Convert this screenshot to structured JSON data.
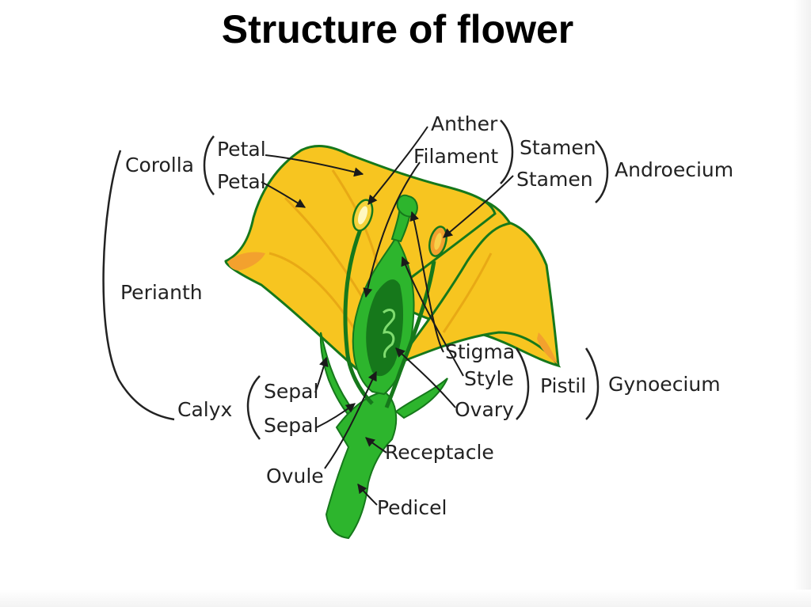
{
  "title": "Structure of flower",
  "labels": {
    "corolla": "Corolla",
    "petal_top": "Petal",
    "petal_bottom": "Petal",
    "perianth": "Perianth",
    "calyx": "Calyx",
    "sepal_top": "Sepal",
    "sepal_bottom": "Sepal",
    "ovule": "Ovule",
    "anther": "Anther",
    "filament": "Filament",
    "stamen_top": "Stamen",
    "stamen_bottom": "Stamen",
    "androecium": "Androecium",
    "stigma": "Stigma",
    "style": "Style",
    "ovary": "Ovary",
    "pistil": "Pistil",
    "gynoecium": "Gynoecium",
    "receptacle": "Receptacle",
    "pedicel": "Pedicel"
  },
  "colors": {
    "petal": "#f7c520",
    "petal_shade": "#e8a915",
    "petal_tip": "#f3a12e",
    "green": "#2db52d",
    "green_dark": "#16781b",
    "anther": "#f5d23a"
  }
}
